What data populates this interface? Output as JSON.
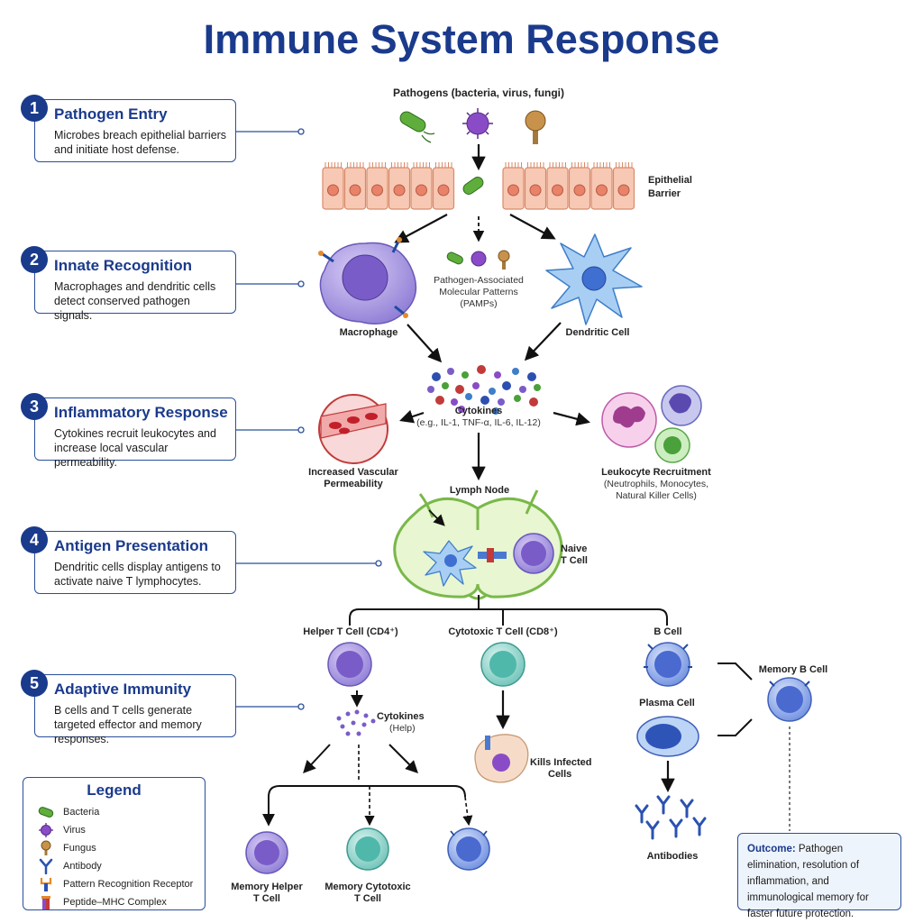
{
  "title": "Immune System Response",
  "steps": [
    {
      "num": "1",
      "title": "Pathogen Entry",
      "desc": "Microbes breach epithelial barriers and initiate host defense."
    },
    {
      "num": "2",
      "title": "Innate Recognition",
      "desc": "Macrophages and dendritic cells detect conserved pathogen signals."
    },
    {
      "num": "3",
      "title": "Inflammatory Response",
      "desc": "Cytokines recruit leukocytes and increase local vascular permeability."
    },
    {
      "num": "4",
      "title": "Antigen Presentation",
      "desc": "Dendritic cells display antigens to activate naive T lymphocytes."
    },
    {
      "num": "5",
      "title": "Adaptive Immunity",
      "desc": "B cells and T cells generate targeted effector and memory responses."
    }
  ],
  "labels": {
    "pathogens": "Pathogens (bacteria, virus, fungi)",
    "epithelial_1": "Epithelial",
    "epithelial_2": "Barrier",
    "pamps_1": "Pathogen-Associated",
    "pamps_2": "Molecular Patterns",
    "pamps_3": "(PAMPs)",
    "macrophage": "Macrophage",
    "dendritic": "Dendritic Cell",
    "cytokines": "Cytokines",
    "cytokines_examples": "(e.g., IL-1, TNF-α, IL-6, IL-12)",
    "vascular_1": "Increased Vascular",
    "vascular_2": "Permeability",
    "leukocyte_1": "Leukocyte Recruitment",
    "leukocyte_2": "(Neutrophils, Monocytes,",
    "leukocyte_3": "Natural Killer Cells)",
    "lymph_node": "Lymph Node",
    "naive_1": "Naive",
    "naive_2": "T Cell",
    "helper": "Helper T Cell (CD4⁺)",
    "cytotoxic": "Cytotoxic T Cell (CD8⁺)",
    "bcell": "B Cell",
    "memory_b": "Memory B Cell",
    "plasma": "Plasma Cell",
    "help_1": "Cytokines",
    "help_2": "(Help)",
    "kills_1": "Kills Infected",
    "kills_2": "Cells",
    "antibodies": "Antibodies",
    "mem_helper_1": "Memory Helper",
    "mem_helper_2": "T Cell",
    "mem_cyto_1": "Memory Cytotoxic",
    "mem_cyto_2": "T Cell"
  },
  "legend": {
    "title": "Legend",
    "items": [
      {
        "icon": "bacteria-icon",
        "label": "Bacteria"
      },
      {
        "icon": "virus-icon",
        "label": "Virus"
      },
      {
        "icon": "fungus-icon",
        "label": "Fungus"
      },
      {
        "icon": "antibody-icon",
        "label": "Antibody"
      },
      {
        "icon": "receptor-icon",
        "label": "Pattern Recognition Receptor"
      },
      {
        "icon": "mhc-icon",
        "label": "Peptide–MHC Complex"
      }
    ]
  },
  "outcome": {
    "label": "Outcome:",
    "text": "Pathogen elimination, resolution of inflammation, and immunological memory for faster future protection."
  },
  "colors": {
    "title": "#1a3a8c",
    "macrophage": "#8f7ed6",
    "dendritic": "#7fb2e5",
    "helper": "#9b86d8",
    "cytotoxic": "#7fd0c8",
    "bcell": "#6f8fe0",
    "lymph": "#9fcf6c"
  }
}
